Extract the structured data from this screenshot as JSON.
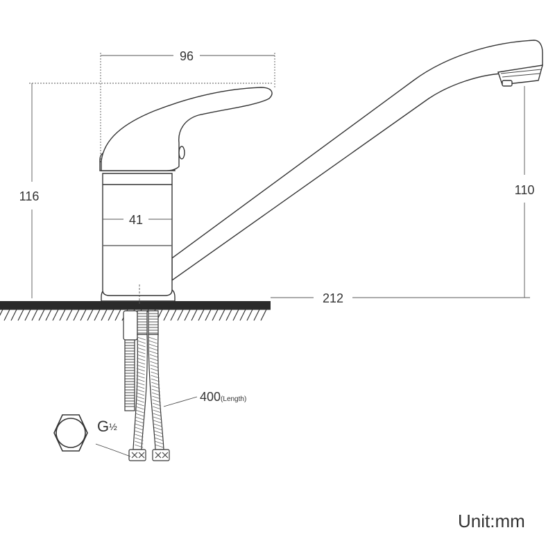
{
  "dimensions": {
    "handle_width": "96",
    "total_height": "116",
    "body_diameter": "41",
    "spout_reach": "212",
    "spout_height": "110",
    "hose_length": "400",
    "hose_length_note": "(Length)"
  },
  "connector": {
    "thread_main": "G",
    "thread_fraction": "½"
  },
  "unit_label": "Unit:mm",
  "colors": {
    "line": "#333333",
    "dim_line": "#555555",
    "counter": "#2a2a2a"
  }
}
